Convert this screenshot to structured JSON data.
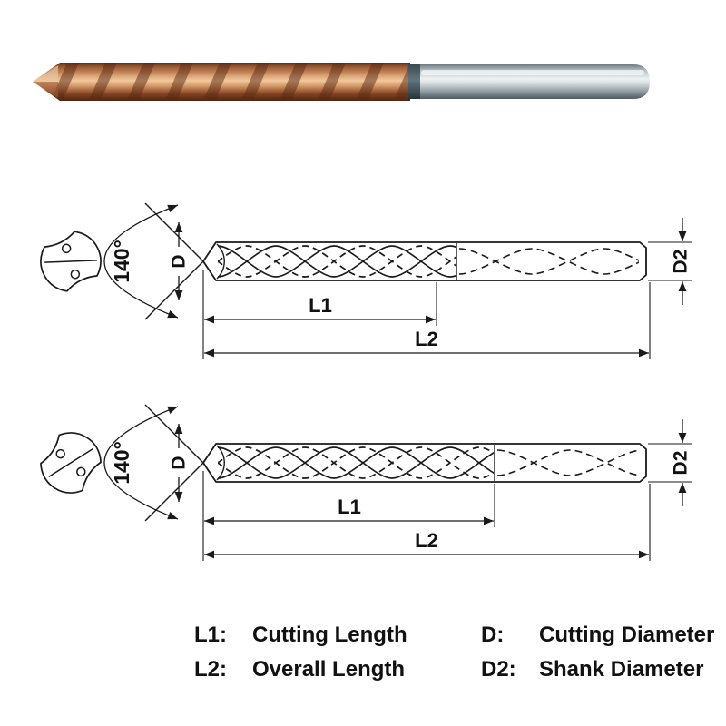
{
  "page": {
    "background": "#ffffff"
  },
  "photo": {
    "description_name": "solid-carbide-coolant-drill-photo",
    "flute_color": "#b5714a",
    "shank_color": "#c9d2d5",
    "ring_color": "#3a4a52"
  },
  "diagram_top": {
    "point_angle": "140°",
    "diameter_label": "D",
    "cutting_length_label": "L1",
    "overall_length_label": "L2",
    "shank_diameter_label": "D2"
  },
  "diagram_bottom": {
    "point_angle": "140°",
    "diameter_label": "D",
    "cutting_length_label": "L1",
    "overall_length_label": "L2",
    "shank_diameter_label": "D2"
  },
  "legend": {
    "rows": [
      {
        "col1_label": "L1:",
        "col1_desc": "Cutting Length",
        "col2_label": "D:",
        "col2_desc": "Cutting Diameter"
      },
      {
        "col1_label": "L2:",
        "col1_desc": "Overall Length",
        "col2_label": "D2:",
        "col2_desc": "Shank Diameter"
      }
    ]
  }
}
